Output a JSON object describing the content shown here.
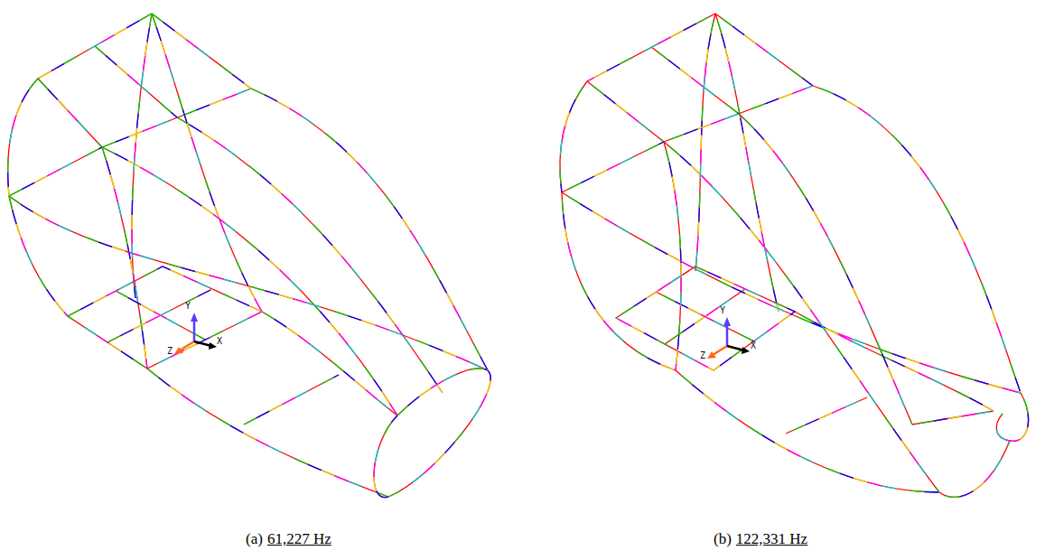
{
  "diagram": {
    "labels": [
      "(a)",
      "61,227 Hz",
      "Y",
      "Z",
      "X",
      "(b)",
      "122,331 Hz",
      "Y",
      "Z",
      "X"
    ]
  }
}
